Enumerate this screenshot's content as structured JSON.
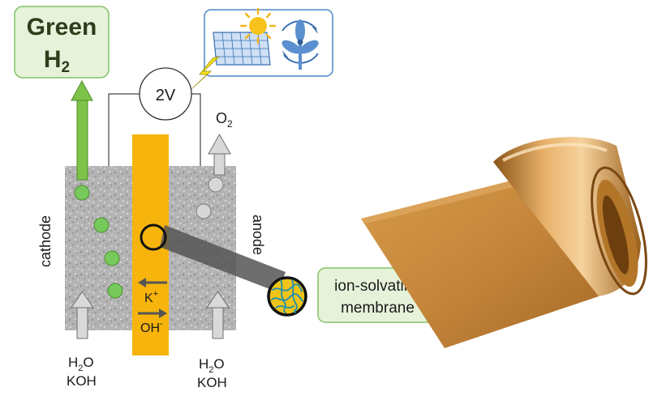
{
  "title": {
    "line1": "Green",
    "line2_main": "H",
    "line2_sub": "2"
  },
  "voltage": "2V",
  "cathode_label": "cathode",
  "anode_label": "anode",
  "o2": {
    "main": "O",
    "sub": "2"
  },
  "ions": {
    "k_main": "K",
    "k_sup": "+",
    "oh_main": "OH",
    "oh_sup": "-"
  },
  "inputs_left": {
    "h": "H",
    "sub": "2",
    "o": "O",
    "koh": "KOH"
  },
  "inputs_right": {
    "h": "H",
    "sub": "2",
    "o": "O",
    "koh": "KOH"
  },
  "membrane_callout": {
    "line1": "ion-solvating",
    "line2": "membrane"
  },
  "renewables_icons": [
    "solar-panel",
    "sun",
    "wind-turbine"
  ],
  "colors": {
    "membrane": "#f6b40c",
    "green_box_fill": "#e6f2d9",
    "green_box_stroke": "#82c36a",
    "h2_arrow": "#7ec24a",
    "bubble_green": "#76c95a",
    "bubble_gray": "#d7d7d7",
    "electrode": "#b9b9b9",
    "renewables_box": "#4a86c5",
    "film": "#c98a3a"
  }
}
